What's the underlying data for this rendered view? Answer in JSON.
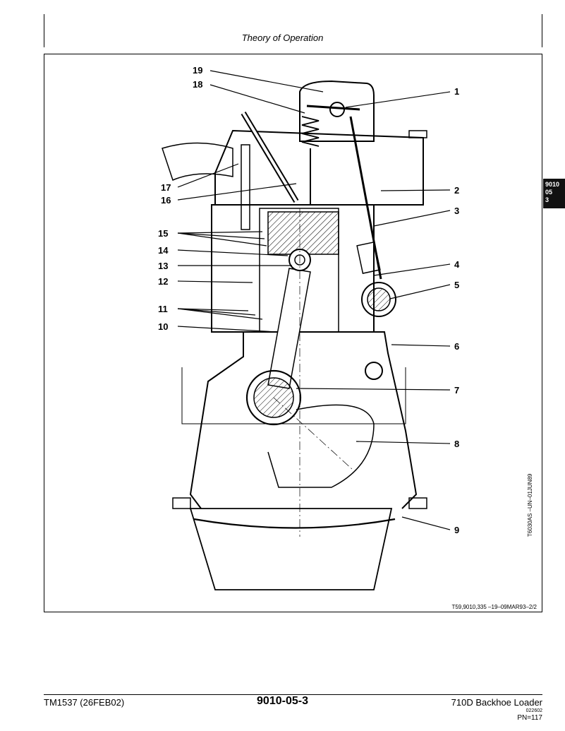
{
  "header": {
    "title": "Theory of Operation"
  },
  "side_tab": {
    "line1": "9010",
    "line2": "05",
    "line3": "3"
  },
  "figure": {
    "callouts": [
      "1",
      "2",
      "3",
      "4",
      "5",
      "6",
      "7",
      "8",
      "9",
      "10",
      "11",
      "12",
      "13",
      "14",
      "15",
      "16",
      "17",
      "18",
      "19"
    ],
    "id_text": "T6030AS  –UN–01JUN89",
    "ref_text": "T59,9010,335  –19–09MAR93–2/2"
  },
  "footer": {
    "left": "TM1537 (26FEB02)",
    "center": "9010-05-3",
    "right": "710D Backhoe Loader",
    "code": "022602",
    "pn": "PN=117"
  }
}
